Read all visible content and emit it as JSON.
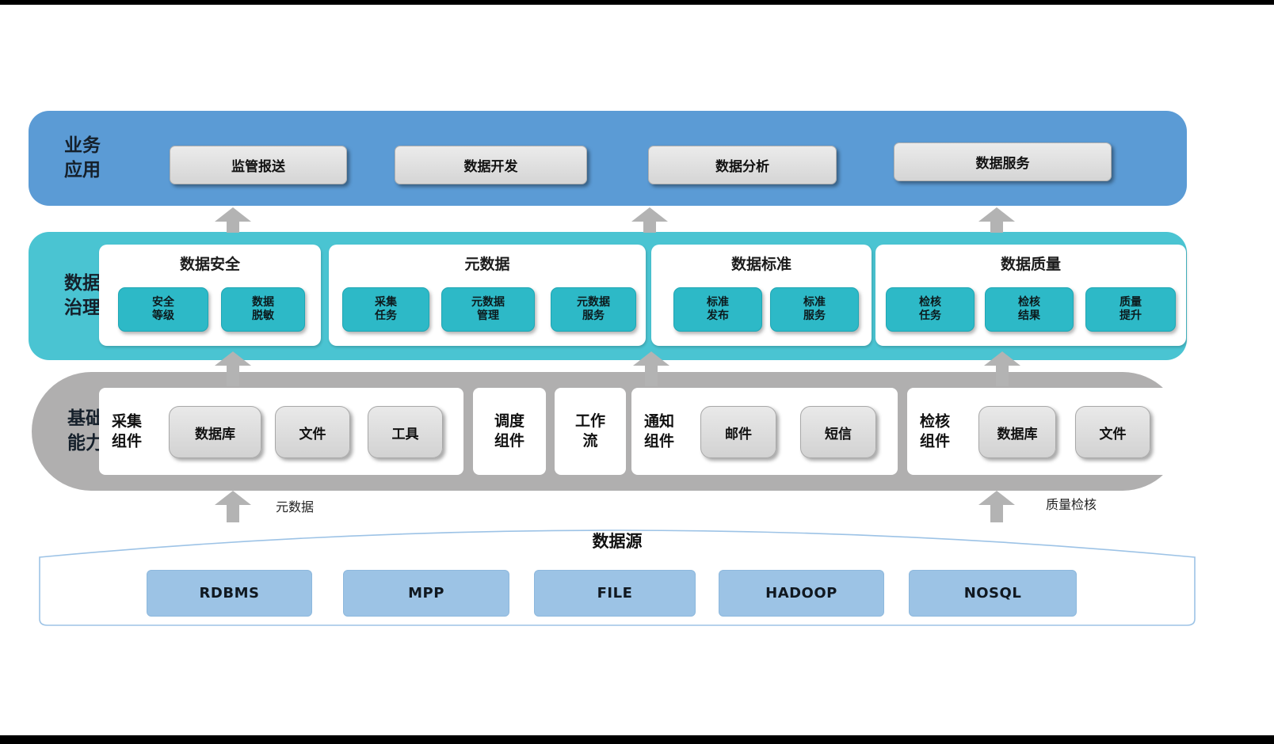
{
  "business": {
    "label": "业务\n应用",
    "items": [
      "监管报送",
      "数据开发",
      "数据分析",
      "数据服务"
    ]
  },
  "governance": {
    "label": "数据\n治理",
    "groups": [
      {
        "title": "数据安全",
        "items": [
          "安全\n等级",
          "数据\n脱敏"
        ]
      },
      {
        "title": "元数据",
        "items": [
          "采集\n任务",
          "元数据\n管理",
          "元数据\n服务"
        ]
      },
      {
        "title": "数据标准",
        "items": [
          "标准\n发布",
          "标准\n服务"
        ]
      },
      {
        "title": "数据质量",
        "items": [
          "检核\n任务",
          "检核\n结果",
          "质量\n提升"
        ]
      }
    ]
  },
  "foundation": {
    "label": "基础\n能力",
    "groups": [
      {
        "title": "采集\n组件",
        "items": [
          "数据库",
          "文件",
          "工具"
        ]
      },
      {
        "title": "调度\n组件",
        "items": []
      },
      {
        "title": "工作\n流",
        "items": []
      },
      {
        "title": "通知\n组件",
        "items": [
          "邮件",
          "短信"
        ]
      },
      {
        "title": "检核\n组件",
        "items": [
          "数据库",
          "文件"
        ]
      }
    ]
  },
  "datasource": {
    "title": "数据源",
    "items": [
      "RDBMS",
      "MPP",
      "FILE",
      "HADOOP",
      "NOSQL"
    ]
  },
  "arrow_labels": {
    "left": "元数据",
    "right": "质量检核"
  },
  "colors": {
    "business_layer": "#5b9bd5",
    "governance_layer": "#4ac4d2",
    "governance_button": "#2db9c7",
    "foundation_layer": "#b0afaf",
    "datasource_button": "#9cc3e5",
    "gray_button": "#d9d9d9",
    "arrow": "#b3b3b3",
    "cylinder_border": "#9dc3e6"
  }
}
